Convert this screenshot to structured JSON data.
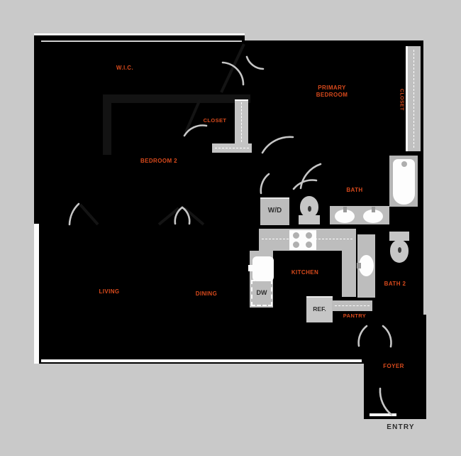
{
  "plan": {
    "type": "apartment-floor-plan",
    "colors": {
      "background": "#c9c9c9",
      "unit_fill": "#000000",
      "fixture_gray": "#bdbdbd",
      "tub_surround_gray": "#b5b5b5",
      "fixture_white": "#fdfdfd",
      "label_orange": "#d94a1c",
      "entry_text": "#2d2d2d"
    },
    "rooms": {
      "wic": "W.I.C.",
      "bedroom_closet": "CLOSET",
      "bedroom": "BEDROOM 2",
      "primary_line1": "PRIMARY",
      "primary_line2": "BEDROOM",
      "primary_closet": "CLOSET",
      "bath": "BATH",
      "kitchen": "KITCHEN",
      "bath2": "BATH 2",
      "pantry": "PANTRY",
      "living": "LIVING",
      "dining": "DINING",
      "foyer": "FOYER"
    },
    "appliances": {
      "washer_dryer": "W/D",
      "dishwasher": "DW",
      "refrigerator": "REF."
    },
    "entry_label": "ENTRY"
  }
}
